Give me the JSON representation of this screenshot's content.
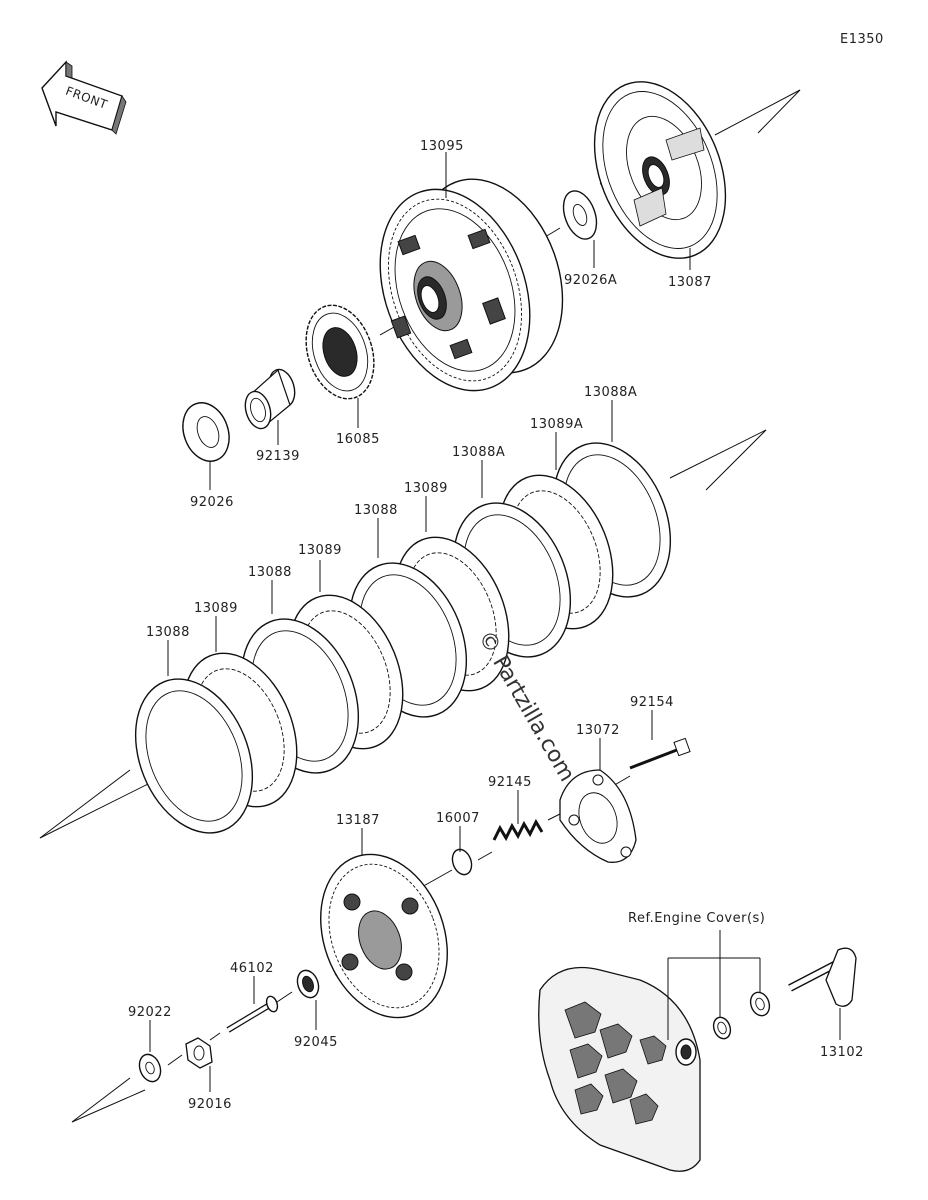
{
  "diagram_code": "E1350",
  "front_label": "FRONT",
  "watermark": "© Partzilla.com",
  "ref_note": "Ref.Engine Cover(s)",
  "parts": [
    {
      "id": "p13095",
      "label": "13095"
    },
    {
      "id": "p13087",
      "label": "13087"
    },
    {
      "id": "p92026A",
      "label": "92026A"
    },
    {
      "id": "p16085",
      "label": "16085"
    },
    {
      "id": "p92139",
      "label": "92139"
    },
    {
      "id": "p92026",
      "label": "92026"
    },
    {
      "id": "p13088A_top",
      "label": "13088A"
    },
    {
      "id": "p13089A",
      "label": "13089A"
    },
    {
      "id": "p13088A_mid",
      "label": "13088A"
    },
    {
      "id": "p13089_a",
      "label": "13089"
    },
    {
      "id": "p13088_a",
      "label": "13088"
    },
    {
      "id": "p13089_b",
      "label": "13089"
    },
    {
      "id": "p13088_b",
      "label": "13088"
    },
    {
      "id": "p13089_c",
      "label": "13089"
    },
    {
      "id": "p13088_c",
      "label": "13088"
    },
    {
      "id": "p92154",
      "label": "92154"
    },
    {
      "id": "p13072",
      "label": "13072"
    },
    {
      "id": "p92145",
      "label": "92145"
    },
    {
      "id": "p16007",
      "label": "16007"
    },
    {
      "id": "p13187",
      "label": "13187"
    },
    {
      "id": "p46102",
      "label": "46102"
    },
    {
      "id": "p92045",
      "label": "92045"
    },
    {
      "id": "p92022",
      "label": "92022"
    },
    {
      "id": "p92016",
      "label": "92016"
    },
    {
      "id": "p13102",
      "label": "13102"
    }
  ]
}
